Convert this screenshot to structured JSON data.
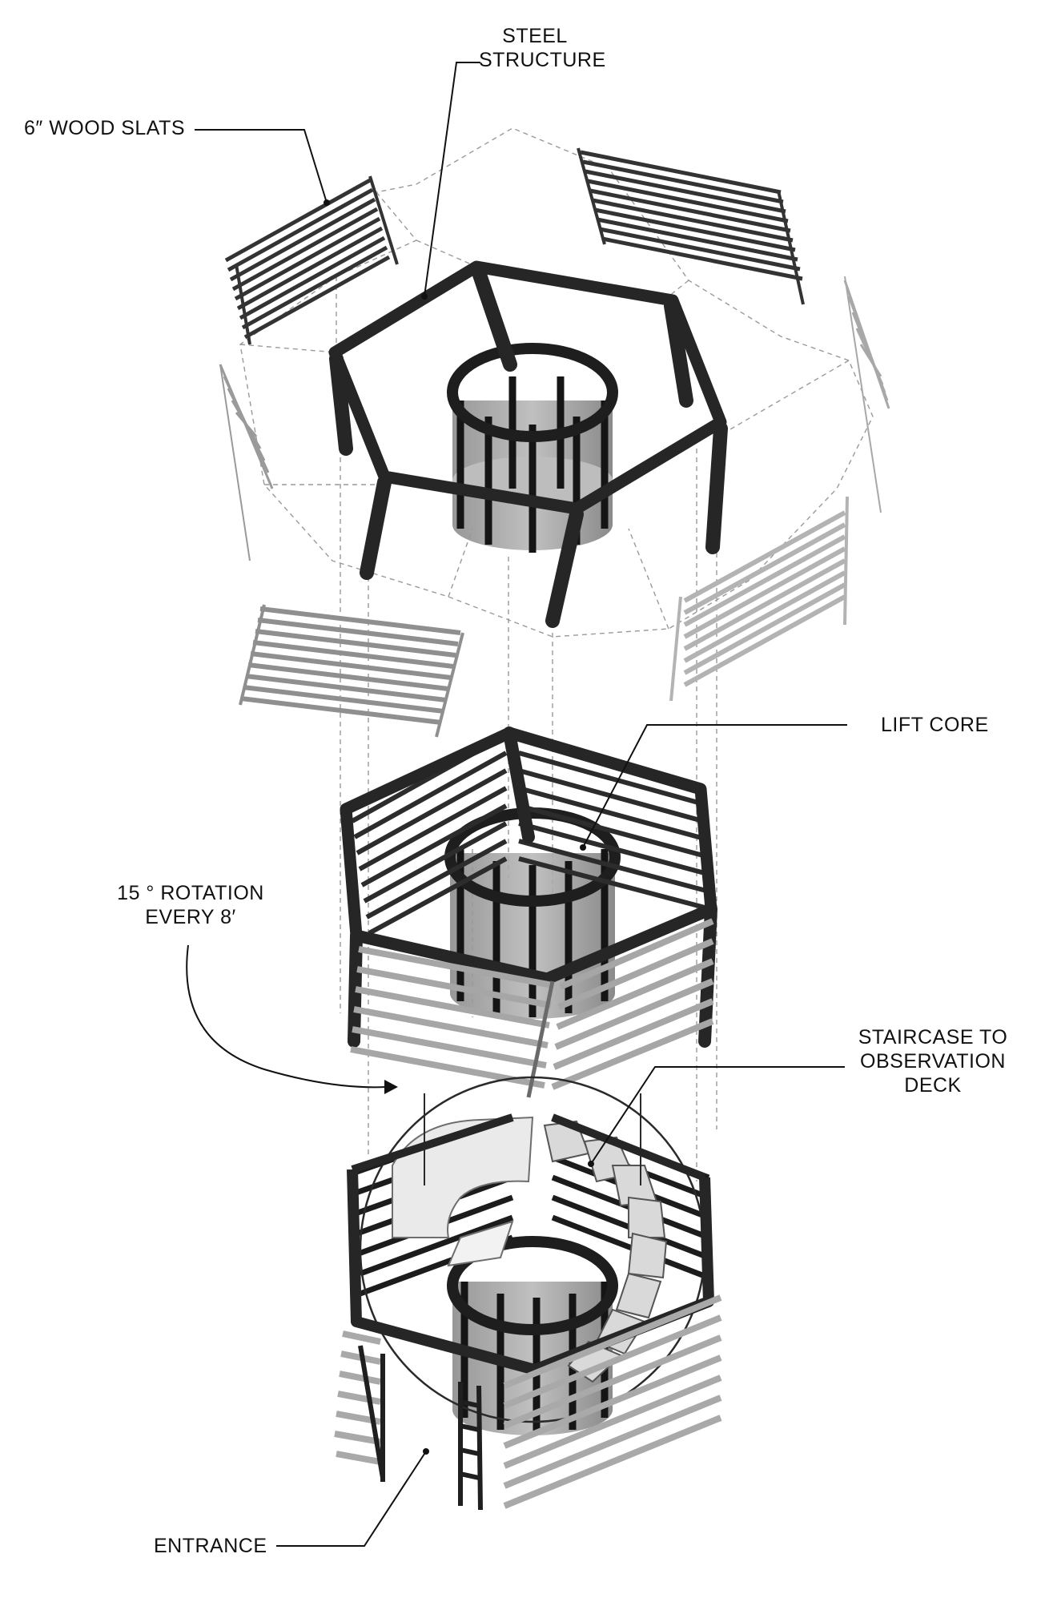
{
  "labels": {
    "steel_structure": [
      "STEEL",
      "STRUCTURE"
    ],
    "wood_slats": "6″ WOOD SLATS",
    "lift_core": "LIFT CORE",
    "rotation": [
      "15 ° ROTATION",
      "EVERY 8′"
    ],
    "staircase": [
      "STAIRCASE TO",
      "OBSERVATION",
      "DECK"
    ],
    "entrance": "ENTRANCE"
  },
  "colors": {
    "steel": "#2b2b2b",
    "slat_dark": "#333333",
    "slat_mid": "#7a7a7a",
    "slat_light": "#b5b5b5",
    "glass": "#9a9a9a",
    "stair": "#e6e6e6",
    "guide": "#8a8a8a"
  }
}
